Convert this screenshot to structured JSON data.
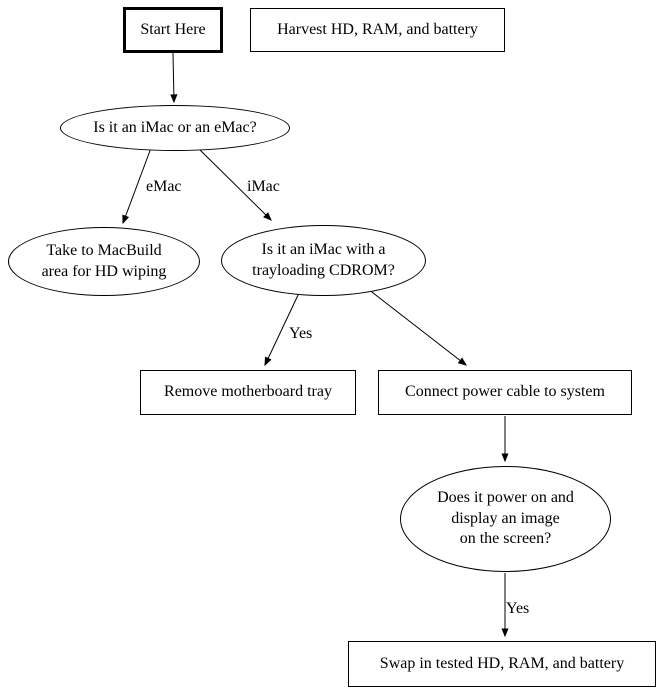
{
  "diagram": {
    "nodes": {
      "start": {
        "label": "Start Here"
      },
      "harvest": {
        "label": "Harvest HD, RAM, and battery"
      },
      "q_mac_type": {
        "label": "Is it an iMac or an eMac?"
      },
      "macbuild": {
        "label": "Take to MacBuild\narea for HD wiping"
      },
      "q_trayload": {
        "label": "Is it an iMac with a\ntrayloading CDROM?"
      },
      "remove_tray": {
        "label": "Remove motherboard tray"
      },
      "connect_power": {
        "label": "Connect power cable to system"
      },
      "q_power": {
        "label": "Does it power on and\ndisplay an image\non the screen?"
      },
      "swap": {
        "label": "Swap in tested HD, RAM, and battery"
      }
    },
    "edge_labels": {
      "emac": "eMac",
      "imac": "iMac",
      "yes_tray": "Yes",
      "yes_power": "Yes"
    },
    "colors": {
      "stroke": "#000000",
      "background": "#ffffff"
    }
  }
}
